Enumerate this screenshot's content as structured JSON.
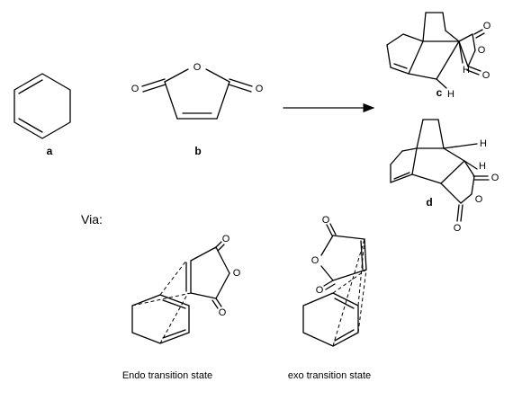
{
  "atoms": {
    "oxygen": "O",
    "hydrogen": "H"
  },
  "labels": {
    "a": "a",
    "b": "b",
    "c": "c",
    "d": "d"
  },
  "via": "Via:",
  "captions": {
    "endo": "Endo transition state",
    "exo": "exo transition state"
  }
}
